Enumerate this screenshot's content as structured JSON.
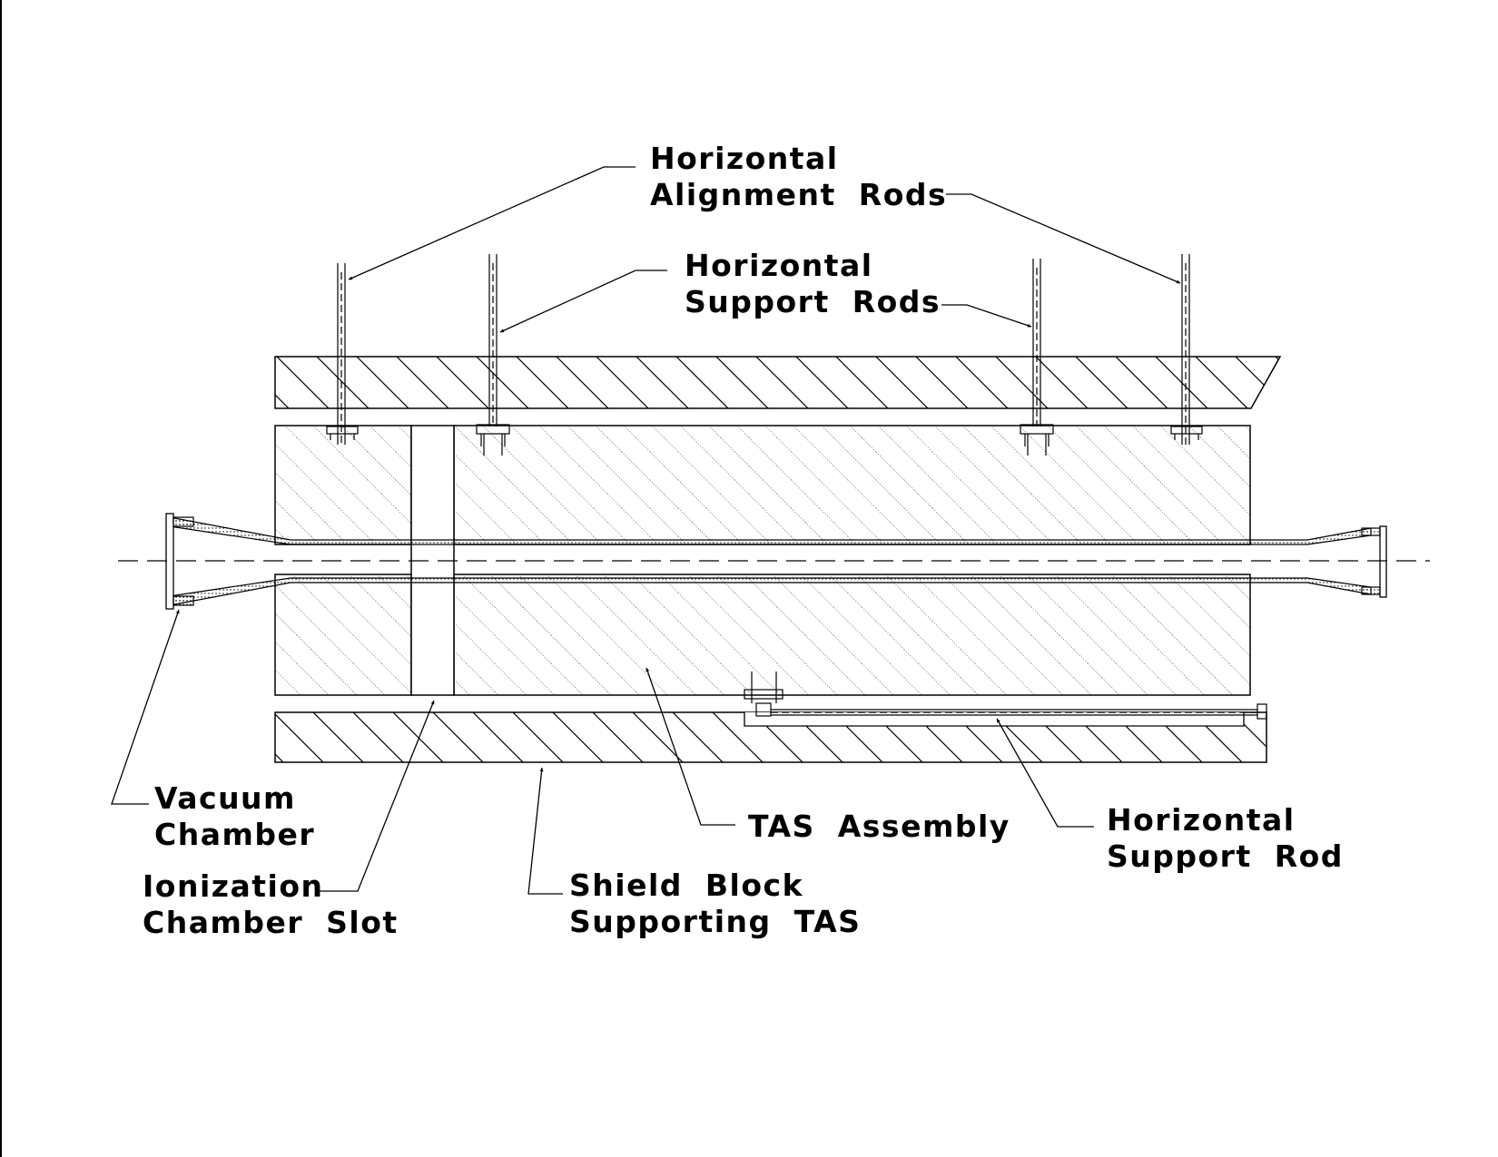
{
  "labels": {
    "alignment_rods": [
      "Horizontal",
      "Alignment  Rods"
    ],
    "support_rods": [
      "Horizontal",
      "Support  Rods"
    ],
    "vacuum_chamber": [
      "Vacuum",
      "Chamber"
    ],
    "ionization_slot": [
      "Ionization",
      "Chamber  Slot"
    ],
    "shield_block": [
      "Shield  Block",
      "Supporting  TAS"
    ],
    "tas_assembly": [
      "TAS  Assembly"
    ],
    "support_rod": [
      "Horizontal",
      "Support  Rod"
    ]
  },
  "colors": {
    "line": "#000000",
    "background": "#ffffff"
  }
}
